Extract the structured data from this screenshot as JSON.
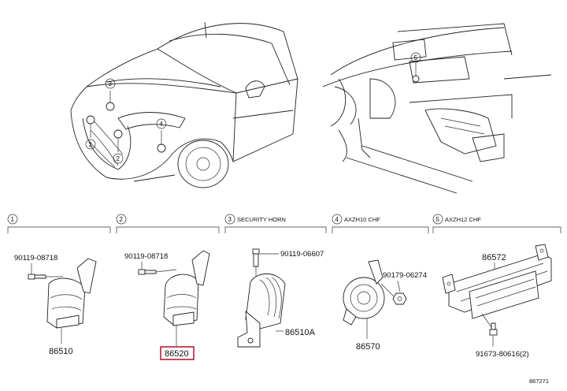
{
  "callouts": {
    "c1": "1",
    "c2": "2",
    "c3": "3",
    "c4": "4",
    "c5": "5"
  },
  "sections": [
    {
      "num": "1",
      "title": ""
    },
    {
      "num": "2",
      "title": ""
    },
    {
      "num": "3",
      "title": "SECURITY HORN"
    },
    {
      "num": "4",
      "title": "AXZH10 CHF"
    },
    {
      "num": "5",
      "title": "AXZH12 CHF"
    }
  ],
  "parts": {
    "s1_bolt": "90119-08718",
    "s1_horn": "86510",
    "s2_bolt": "90119-08718",
    "s2_horn": "86520",
    "s3_bolt": "90119-06607",
    "s3_horn": "86510A",
    "s4_nut": "90179-06274",
    "s4_horn": "86570",
    "s5_bracket": "86572",
    "s5_bolt": "91673-80616(2)"
  },
  "highlight_part": "86520",
  "highlight_color": "#b0203a",
  "footer_code": "867271"
}
